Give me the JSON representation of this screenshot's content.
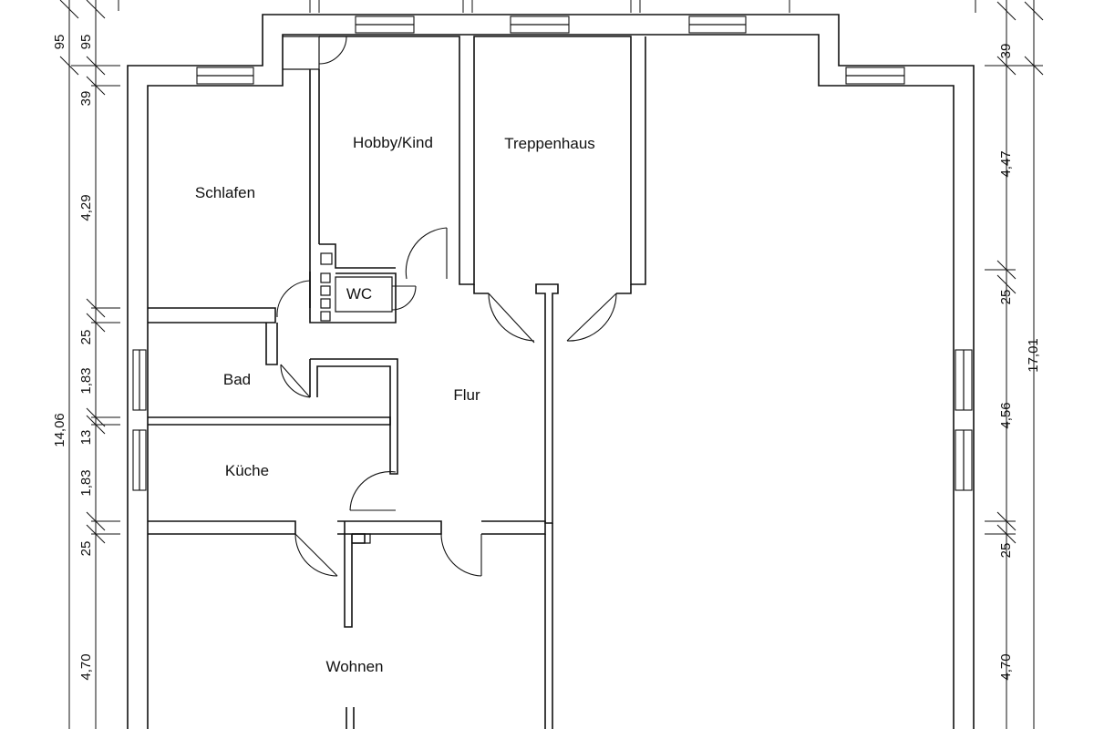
{
  "rooms": {
    "schlafen": "Schlafen",
    "hobby": "Hobby/Kind",
    "treppenhaus": "Treppenhaus",
    "wc": "WC",
    "bad": "Bad",
    "flur": "Flur",
    "kueche": "Küche",
    "wohnen": "Wohnen"
  },
  "dimensions": {
    "left_outer": [
      "95",
      "95",
      "39",
      "4,29",
      "25",
      "1,83",
      "13",
      "1,83",
      "25",
      "4,70"
    ],
    "left_total": "14,06",
    "right_outer": [
      "39",
      "4,47",
      "25",
      "4,56",
      "25",
      "4,70"
    ],
    "right_total": "17,01"
  },
  "colors": {
    "line": "#111111",
    "background": "#ffffff"
  }
}
